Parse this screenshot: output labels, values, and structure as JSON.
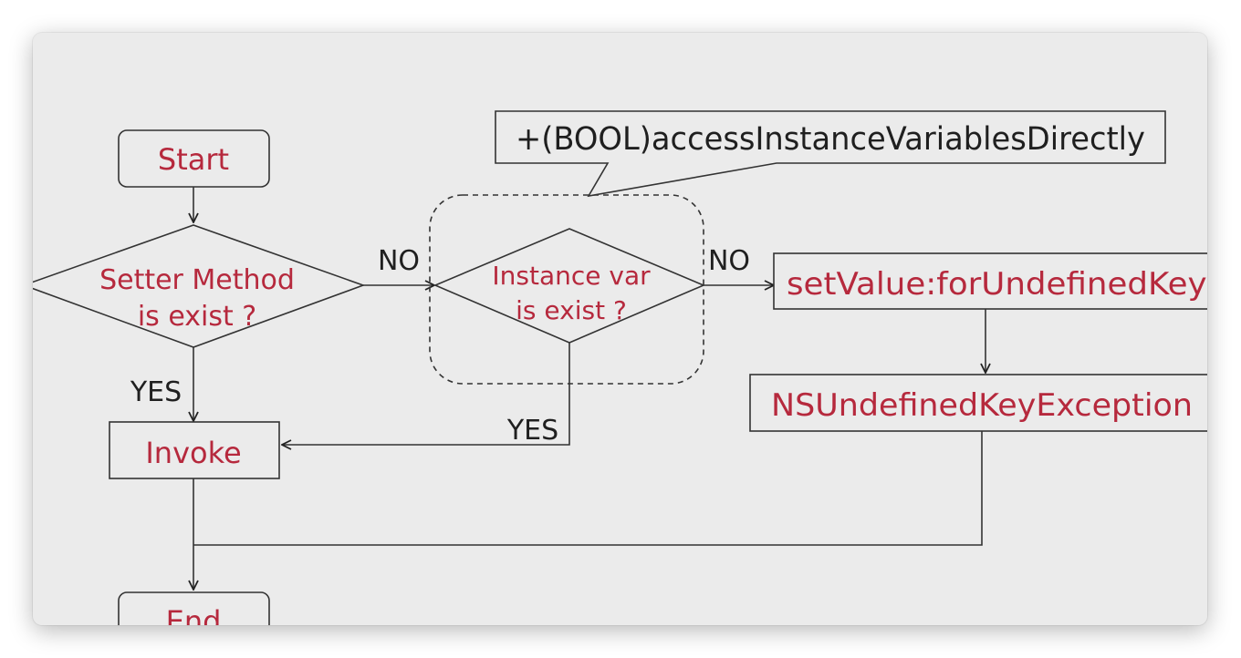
{
  "colors": {
    "canvas_background": "#ebebeb",
    "node_text": "#b6293d",
    "edge_text": "#1f1f1f",
    "stroke": "#333333"
  },
  "diagram": {
    "nodes": {
      "start": "Start",
      "setter_check_line1": "Setter Method",
      "setter_check_line2": "is exist ?",
      "ivar_check_line1": "Instance var",
      "ivar_check_line2": "is exist ?",
      "callout": "+(BOOL)accessInstanceVariablesDirectly",
      "undefined_key": "setValue:forUndefinedKey:",
      "exception": "NSUndefinedKeyException",
      "invoke": "Invoke",
      "end": "End"
    },
    "edges": {
      "setter_no": "NO",
      "setter_yes": "YES",
      "ivar_no": "NO",
      "ivar_yes": "YES"
    }
  }
}
